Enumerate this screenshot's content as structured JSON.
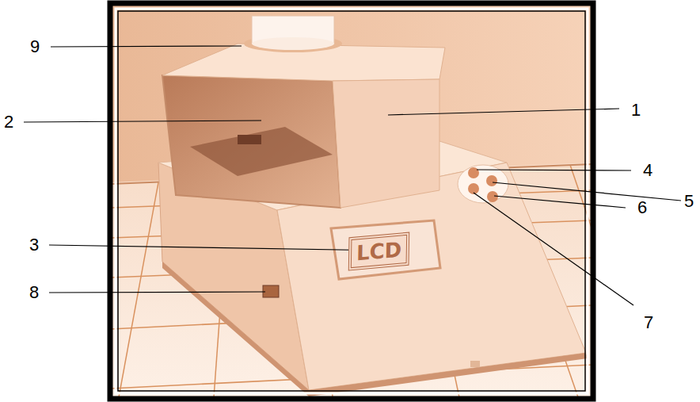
{
  "diagram": {
    "labels": [
      "9",
      "1",
      "2",
      "4",
      "5",
      "6",
      "3",
      "LCD",
      "8",
      "7"
    ]
  }
}
